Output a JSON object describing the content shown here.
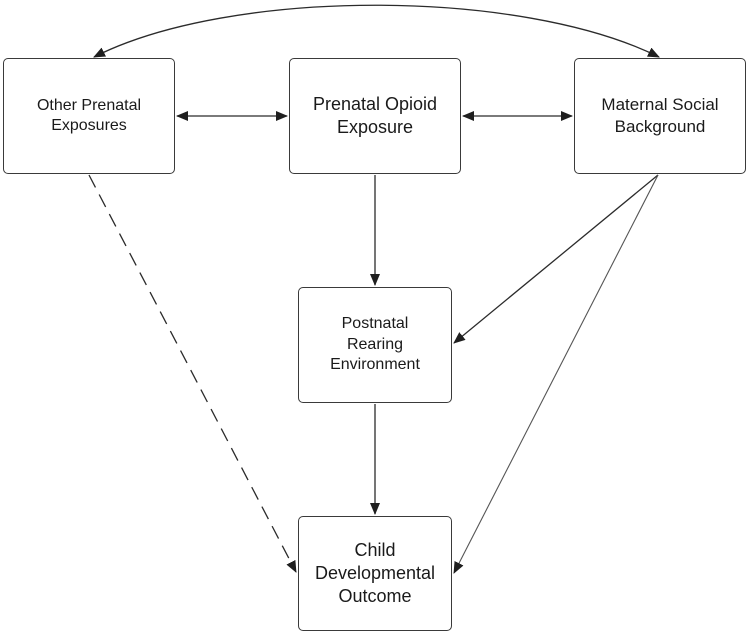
{
  "nodes": {
    "other_prenatal": [
      "Other Prenatal",
      "Exposures"
    ],
    "prenatal_opioid": [
      "Prenatal Opioid",
      "Exposure"
    ],
    "maternal_social": [
      "Maternal Social",
      "Background"
    ],
    "postnatal_rearing": [
      "Postnatal",
      "Rearing",
      "Environment"
    ],
    "child_outcome": [
      "Child",
      "Developmental",
      "Outcome"
    ]
  },
  "edges": [
    {
      "from": "maternal_social",
      "to": "other_prenatal",
      "style": "solid",
      "direction": "both",
      "shape": "curved"
    },
    {
      "from": "other_prenatal",
      "to": "prenatal_opioid",
      "style": "solid",
      "direction": "both"
    },
    {
      "from": "prenatal_opioid",
      "to": "maternal_social",
      "style": "solid",
      "direction": "both"
    },
    {
      "from": "prenatal_opioid",
      "to": "postnatal_rearing",
      "style": "solid",
      "direction": "forward"
    },
    {
      "from": "maternal_social",
      "to": "postnatal_rearing",
      "style": "solid",
      "direction": "forward"
    },
    {
      "from": "maternal_social",
      "to": "child_outcome",
      "style": "solid",
      "direction": "forward"
    },
    {
      "from": "postnatal_rearing",
      "to": "child_outcome",
      "style": "solid",
      "direction": "forward"
    },
    {
      "from": "other_prenatal",
      "to": "child_outcome",
      "style": "dashed",
      "direction": "forward"
    }
  ],
  "colors": {
    "line": "#2b2b2b",
    "box_border": "#3a3a3a",
    "text": "#1a1a1a",
    "background": "#ffffff"
  }
}
